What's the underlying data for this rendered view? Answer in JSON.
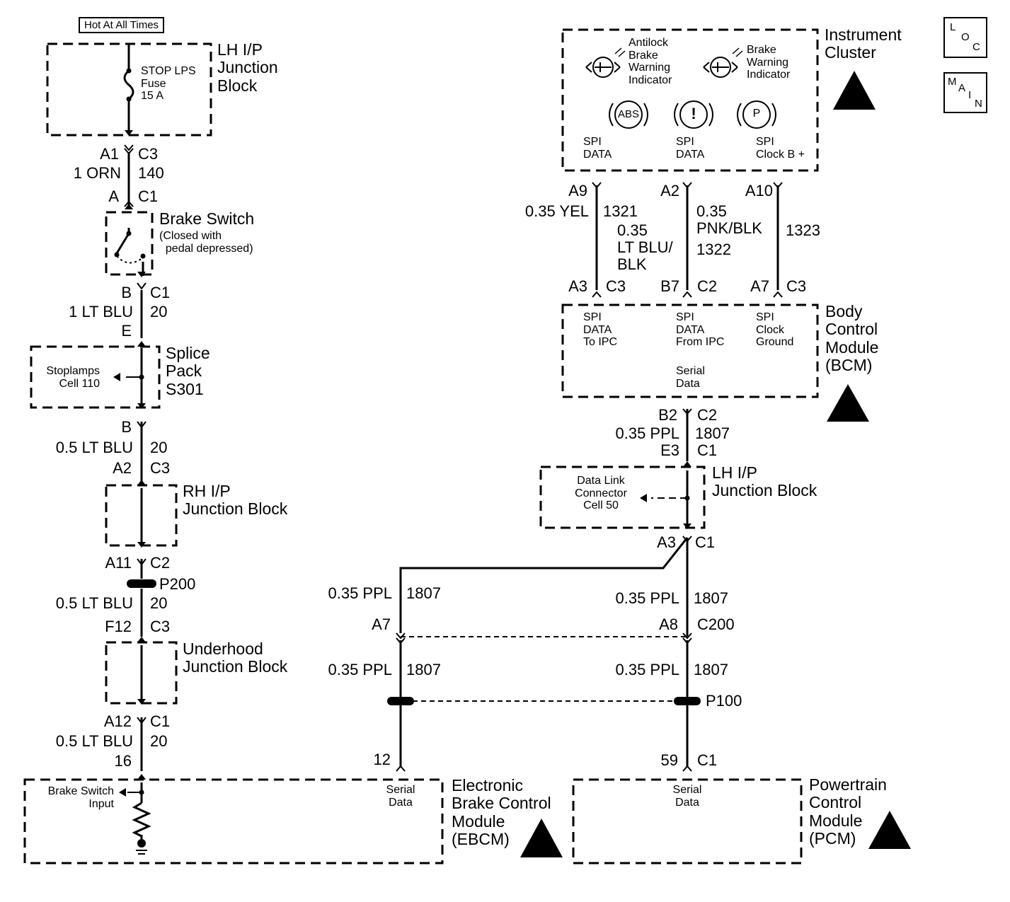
{
  "nav": {
    "loc": [
      "L",
      "O",
      "C"
    ],
    "main": [
      "M",
      "A",
      "I",
      "N"
    ]
  },
  "left": {
    "hot_label": "Hot At All Times",
    "lh_junction": "LH I/P\nJunction\nBlock",
    "fuse": "STOP LPS\nFuse\n15 A",
    "w1_pin_top": "A1",
    "w1_conn_top": "C3",
    "w1_wire": "1 ORN",
    "w1_circuit": "140",
    "w1_pin_bot": "A",
    "w1_conn_bot": "C1",
    "brake_switch": "Brake Switch",
    "brake_switch_note": "(Closed with\n  pedal depressed)",
    "w2_pin_top": "B",
    "w2_conn_top": "C1",
    "w2_wire": "1 LT BLU",
    "w2_circuit": "20",
    "w2_pin_bot": "E",
    "splice_pack": "Splice\nPack\nS301",
    "stoplamps": "Stoplamps\nCell 110",
    "w3_pin_top": "B",
    "w3_wire": "0.5 LT BLU",
    "w3_circuit": "20",
    "w3_pin_bot": "A2",
    "w3_conn_bot": "C3",
    "rh_junction": "RH I/P\nJunction Block",
    "w4_pin_top": "A11",
    "w4_conn_top": "C2",
    "w4_splice": "P200",
    "w4_wire": "0.5 LT BLU",
    "w4_circuit": "20",
    "w4_pin_bot": "F12",
    "w4_conn_bot": "C3",
    "underhood": "Underhood\nJunction Block",
    "w5_pin_top": "A12",
    "w5_conn_top": "C1",
    "w5_wire": "0.5 LT BLU",
    "w5_circuit": "20",
    "w5_pin_bot": "16",
    "brake_input": "Brake Switch\nInput"
  },
  "ipc": {
    "title": "Instrument\nCluster",
    "abs_indicator": "Antilock\nBrake\nWarning\nIndicator",
    "brake_indicator": "Brake\nWarning\nIndicator",
    "abs_symbol": "ABS",
    "brake_symbol": "!",
    "park_symbol": "P",
    "spi1": "SPI\nDATA",
    "spi2": "SPI\nDATA",
    "spi3": "SPI\nClock B +"
  },
  "ipc_wires": {
    "a9": "A9",
    "a2": "A2",
    "a10": "A10",
    "w1_wire": "0.35 YEL",
    "w1_circuit": "1321",
    "w2_wire": "0.35\nLT BLU/\nBLK",
    "w2_circuit_wire": "0.35\nPNK/BLK",
    "w2_circuit": "1322",
    "w3_circuit": "1323",
    "b_a3": "A3",
    "b_c3a": "C3",
    "b_b7": "B7",
    "b_c2": "C2",
    "b_a7": "A7",
    "b_c3b": "C3"
  },
  "bcm": {
    "title": "Body\nControl\nModule\n(BCM)",
    "spi1": "SPI\nDATA\nTo IPC",
    "spi2": "SPI\nDATA\nFrom IPC",
    "spi3": "SPI\nClock\nGround",
    "serial": "Serial\nData"
  },
  "bcm_out": {
    "pin_top": "B2",
    "conn_top": "C2",
    "wire": "0.35 PPL",
    "circuit": "1807",
    "pin_bot": "E3",
    "conn_bot": "C1"
  },
  "dlc": {
    "junction": "LH I/P\nJunction Block",
    "connector": "Data Link\nConnector\nCell 50",
    "pin": "A3",
    "conn": "C1"
  },
  "serial_left": {
    "wire1": "0.35 PPL",
    "circuit1": "1807",
    "pin": "A7",
    "wire2": "0.35 PPL",
    "circuit2": "1807",
    "ebcm_pin": "12"
  },
  "serial_right": {
    "wire1": "0.35 PPL",
    "circuit1": "1807",
    "pin": "A8",
    "conn": "C200",
    "wire2": "0.35 PPL",
    "circuit2": "1807",
    "splice": "P100",
    "pcm_pin": "59",
    "pcm_conn": "C1"
  },
  "ebcm": {
    "serial": "Serial\nData",
    "title": "Electronic\nBrake Control\nModule\n(EBCM)"
  },
  "pcm": {
    "serial": "Serial\nData",
    "title": "Powertrain\nControl\nModule\n(PCM)"
  }
}
